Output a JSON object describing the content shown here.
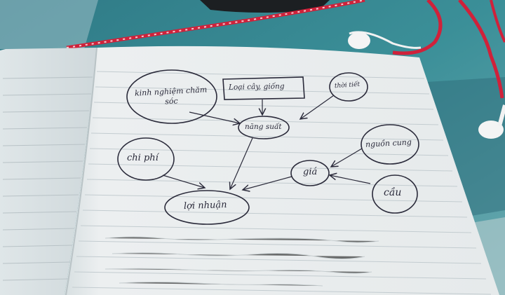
{
  "diagram": {
    "nodes": {
      "kinh_nghiem": "kinh nghiệm chăm sóc",
      "loai_cay": "Loại cây, giống",
      "thoi_tiet": "thời tiết",
      "nang_suat": "năng suất",
      "chi_phi": "chi phí",
      "gia": "giá",
      "nguon_cung": "nguồn cung",
      "cau": "cầu",
      "loi_nhuan": "lợi nhuận"
    },
    "edges": [
      {
        "from": "kinh_nghiem",
        "to": "nang_suat"
      },
      {
        "from": "loai_cay",
        "to": "nang_suat"
      },
      {
        "from": "thoi_tiet",
        "to": "nang_suat"
      },
      {
        "from": "nang_suat",
        "to": "loi_nhuan"
      },
      {
        "from": "chi_phi",
        "to": "loi_nhuan"
      },
      {
        "from": "gia",
        "to": "loi_nhuan"
      },
      {
        "from": "nguon_cung",
        "to": "gia"
      },
      {
        "from": "cau",
        "to": "gia"
      }
    ]
  },
  "colors": {
    "background": "#2f6f80",
    "paper": "#e9ecee",
    "ink": "#2a2a3a",
    "cable": "#d0213a"
  }
}
